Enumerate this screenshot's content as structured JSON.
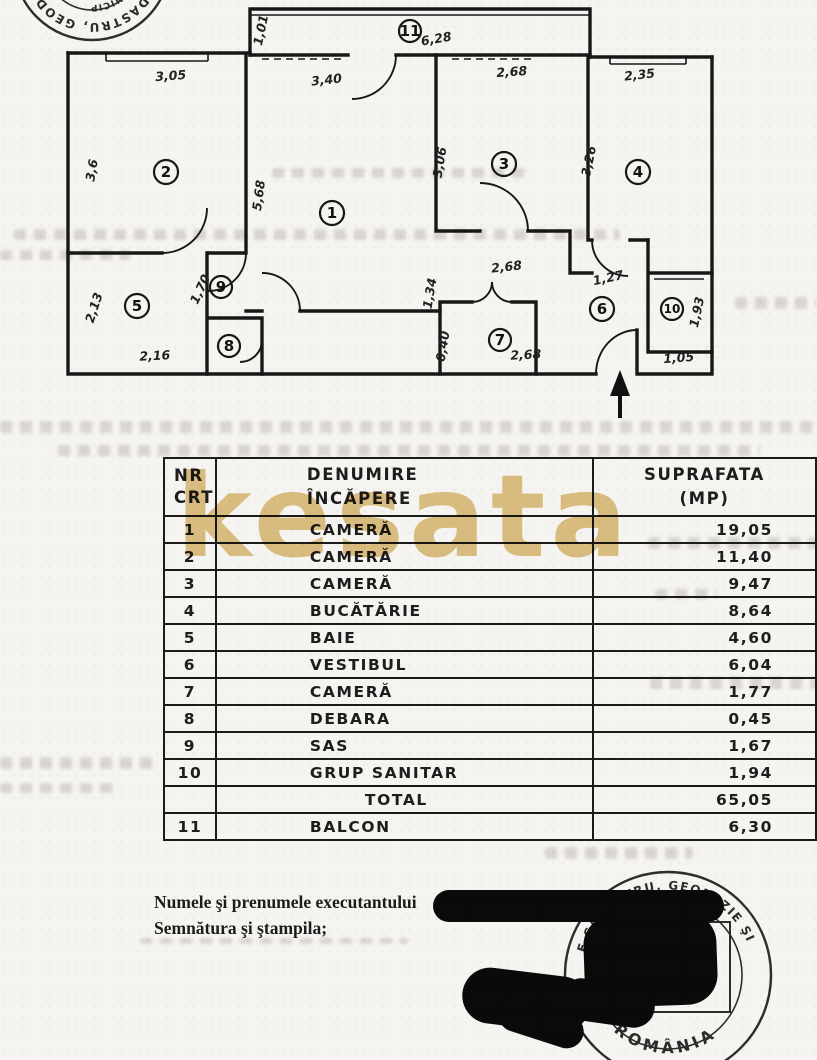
{
  "watermark": {
    "text": "kesata",
    "color": "#dec07e"
  },
  "plan": {
    "rooms": [
      {
        "n": "1"
      },
      {
        "n": "2"
      },
      {
        "n": "3"
      },
      {
        "n": "4"
      },
      {
        "n": "5"
      },
      {
        "n": "6"
      },
      {
        "n": "7"
      },
      {
        "n": "8"
      },
      {
        "n": "9"
      },
      {
        "n": "10"
      },
      {
        "n": "11"
      }
    ],
    "dims": [
      {
        "t": "3,05"
      },
      {
        "t": "3,40"
      },
      {
        "t": "2,68"
      },
      {
        "t": "2,35"
      },
      {
        "t": "6,28"
      },
      {
        "t": "1,01"
      },
      {
        "t": "3,6"
      },
      {
        "t": "5,68"
      },
      {
        "t": "3,06"
      },
      {
        "t": "3,26"
      },
      {
        "t": "2,13"
      },
      {
        "t": "2,16"
      },
      {
        "t": "1,70"
      },
      {
        "t": "2,68"
      },
      {
        "t": "1,34"
      },
      {
        "t": "0,40"
      },
      {
        "t": "2,68"
      },
      {
        "t": "1,27"
      },
      {
        "t": "1,93"
      },
      {
        "t": "1,05"
      }
    ]
  },
  "table": {
    "headers": {
      "nr1": "NR",
      "nr2": "CRT",
      "den1": "DENUMIRE",
      "den2": "ÎNCĂPERE",
      "sup1": "SUPRAFATA",
      "sup2": "(MP)"
    },
    "rows": [
      {
        "nr": "1",
        "name": "CAMERĂ",
        "area": "19,05"
      },
      {
        "nr": "2",
        "name": "CAMERĂ",
        "area": "11,40"
      },
      {
        "nr": "3",
        "name": "CAMERĂ",
        "area": "9,47"
      },
      {
        "nr": "4",
        "name": "BUCĂTĂRIE",
        "area": "8,64"
      },
      {
        "nr": "5",
        "name": "BAIE",
        "area": "4,60"
      },
      {
        "nr": "6",
        "name": "VESTIBUL",
        "area": "6,04"
      },
      {
        "nr": "7",
        "name": "CAMERĂ",
        "area": "1,77"
      },
      {
        "nr": "8",
        "name": "DEBARA",
        "area": "0,45"
      },
      {
        "nr": "9",
        "name": "SAS",
        "area": "1,67"
      },
      {
        "nr": "10",
        "name": "GRUP SANITAR",
        "area": "1,94"
      },
      {
        "nr": "",
        "name": "TOTAL",
        "area": "65,05"
      },
      {
        "nr": "11",
        "name": "BALCON",
        "area": "6,30"
      }
    ]
  },
  "footer": {
    "line1": "Numele şi prenumele executantului",
    "line2": "Semnătura şi ştampila;"
  },
  "stamps": {
    "top_left": {
      "arc": "ADASTRU, GEOD",
      "inner": "UNICIP"
    },
    "bottom_right": {
      "arc_top": "E CADASTRU. GEODEZIE ŞI CARTOGRAFIE",
      "arc_bottom": "ROMÂNIA"
    }
  },
  "colors": {
    "ink": "#1b1b1b",
    "paper": "#f6f4f0",
    "watermark": "#dec07e"
  }
}
